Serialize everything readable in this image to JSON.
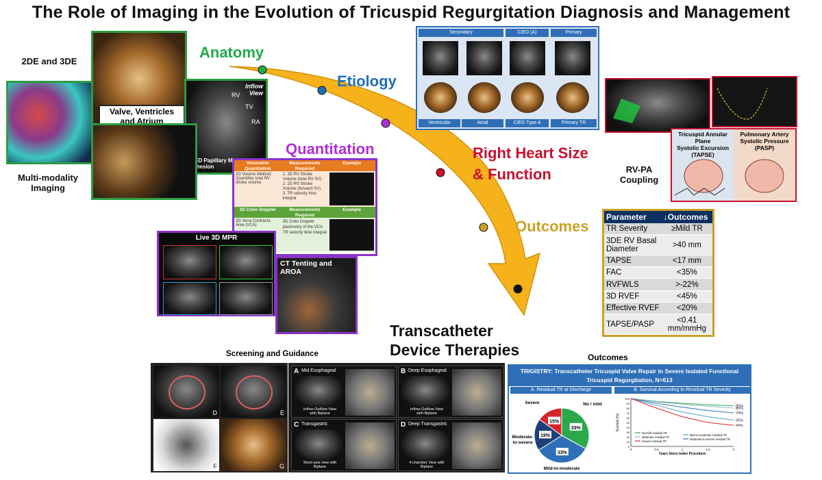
{
  "title": "The Role of Imaging in the Evolution of Tricuspid Regurgitation  Diagnosis and Management",
  "stages": {
    "anatomy": {
      "label": "Anatomy",
      "color": "#1faa4a"
    },
    "etiology": {
      "label": "Etiology",
      "color": "#1f6fb7"
    },
    "quantitation": {
      "label": "Quantitation",
      "color": "#b12fd6"
    },
    "right_heart": {
      "label": "Right Heart Size\n& Function",
      "color": "#c8102e"
    },
    "outcomes": {
      "label": "Outcomes",
      "color": "#c9a227"
    },
    "transcatheter": {
      "label": "Transcatheter\nDevice Therapies",
      "color": "#111111"
    }
  },
  "anatomy": {
    "label_2de_3de": "2DE and 3DE",
    "label_multimodality": "Multi-modality\nImaging",
    "valve_box": "Valve, Ventricles\nand Atrium",
    "inflow_view": "Inflow\nView",
    "cied_caption": "CIED Papillary Muscle Adhesion",
    "rv": "RV",
    "tv": "TV",
    "ra": "RA"
  },
  "etiology": {
    "headers": [
      "Secondary",
      "CIED (A)",
      "Primary"
    ],
    "footers": [
      "Ventricular",
      "Atrial",
      "CIED Type A",
      "Primary TR"
    ]
  },
  "quant": {
    "header1": [
      "Volumetric Quantitation",
      "Measurements Required",
      "Example"
    ],
    "row1_left": "3D Volume Method: Quantifies total RV stroke volume",
    "row1_mid": "1. 3D RV Stroke Volume (total RV SV)\n2. 2D RV Stroke Volume (forward SV)\n3. TR velocity time integral",
    "header2": [
      "3D Color Doppler",
      "Measurements Required",
      "Example"
    ],
    "row2_left": "3D Vena Contracta Area (VCA)",
    "row2_mid": "3D Color Doppler planimetry of the VCA\nTR velocity time integral"
  },
  "mpr": {
    "label": "Live 3D MPR"
  },
  "ct": {
    "label": "CT Tenting and\nAROA"
  },
  "rvpa": {
    "label": "RV-PA\nCoupling",
    "tapse": "Tricuspid Annular Plane\nSystolic Excursion\n(TAPSE)",
    "pasp": "Pulmonary Artery\nSystolic Pressure\n(PASP)"
  },
  "outcomes_table": {
    "headers": [
      "Parameter",
      "↓Outcomes"
    ],
    "rows": [
      [
        "TR Severity",
        "≥Mild TR"
      ],
      [
        "3DE RV Basal Diameter",
        ">40 mm"
      ],
      [
        "TAPSE",
        "<17 mm"
      ],
      [
        "FAC",
        "<35%"
      ],
      [
        "RVFWLS",
        ">-22%"
      ],
      [
        "3D RVEF",
        "<45%"
      ],
      [
        "Effective RVEF",
        "<20%"
      ],
      [
        "TAPSE/PASP",
        "<0.41 mm/mmHg"
      ]
    ]
  },
  "screening": {
    "label": "Screening and Guidance",
    "views": [
      {
        "letter": "A",
        "name": "Mid Esophageal",
        "caption": "Inflow-Outflow View\nwith Biplane"
      },
      {
        "letter": "B",
        "name": "Deep Esophageal",
        "caption": "Inflow-Outflow View\nwith Biplane"
      },
      {
        "letter": "C",
        "name": "Transgastric",
        "caption": "Short-axis view with\nBiplane"
      },
      {
        "letter": "D",
        "name": "Deep Transgastric",
        "caption": "4-chamber View with\nBiplane"
      }
    ],
    "ct_letters": [
      "D",
      "E",
      "F",
      "G"
    ]
  },
  "outcomes_panel": {
    "label": "Outcomes",
    "header": "TRIGISTRY: Transcatheter Tricuspid Valve Repair in Severe Isolated Functional\nTricuspid Regurgitation, N=613",
    "sub_a": "A. Residual TR at Discharge",
    "sub_b": "B. Survival According to Residual TR Severity",
    "pie_labels": {
      "severe": "Severe",
      "none_mild": "No / mild",
      "mod_sev": "Moderate-\nto-severe",
      "mild_mod": "Mild-to-moderate"
    },
    "y_label": "Survival (%)",
    "x_label": "Years Since Index Procedure",
    "legend": [
      "No/mild residual TR",
      "Moderate residual TR",
      "Severe residual TR",
      "Mild-to-moderate residual TR",
      "Moderate-to-severe residual TR"
    ]
  },
  "chart_data": [
    {
      "type": "pie",
      "categories": [
        "No / mild",
        "Mild-to-moderate",
        "Moderate-to-severe",
        "Severe"
      ],
      "values": [
        33,
        33,
        19,
        15
      ],
      "colors": [
        "#2aa84a",
        "#2f6fb7",
        "#1f3f7a",
        "#d7262b"
      ],
      "title": "A. Residual TR at Discharge"
    },
    {
      "type": "line",
      "title": "B. Survival According to Residual TR Severity",
      "xlabel": "Years Since Index Procedure",
      "ylabel": "Survival (%)",
      "xlim": [
        0,
        2
      ],
      "ylim": [
        0,
        100
      ],
      "xticks": [
        "0",
        "0.5",
        "1",
        "1.5",
        "2"
      ],
      "yticks": [
        "0",
        "10",
        "20",
        "30",
        "40",
        "50",
        "60",
        "70",
        "80",
        "90",
        "100"
      ],
      "series": [
        {
          "x": [
            0,
            0.5,
            1,
            1.5,
            2
          ],
          "values": [
            100,
            94,
            90,
            87,
            85
          ],
          "color": "#2aa84a",
          "end_label": "85%"
        },
        {
          "x": [
            0,
            0.5,
            1,
            1.5,
            2
          ],
          "values": [
            100,
            93,
            88,
            84,
            80
          ],
          "color": "#8fb4c9",
          "end_label": "80%"
        },
        {
          "x": [
            0,
            0.5,
            1,
            1.5,
            2
          ],
          "values": [
            100,
            90,
            82,
            75,
            70
          ],
          "color": "#2f6fb7",
          "end_label": "70%"
        },
        {
          "x": [
            0,
            0.5,
            1,
            1.5,
            2
          ],
          "values": [
            100,
            86,
            72,
            62,
            55
          ],
          "color": "#4aa3c7",
          "end_label": "55%"
        },
        {
          "x": [
            0,
            0.5,
            1,
            1.5,
            2
          ],
          "values": [
            100,
            80,
            62,
            50,
            44
          ],
          "color": "#d7262b",
          "end_label": "44%"
        }
      ]
    }
  ]
}
